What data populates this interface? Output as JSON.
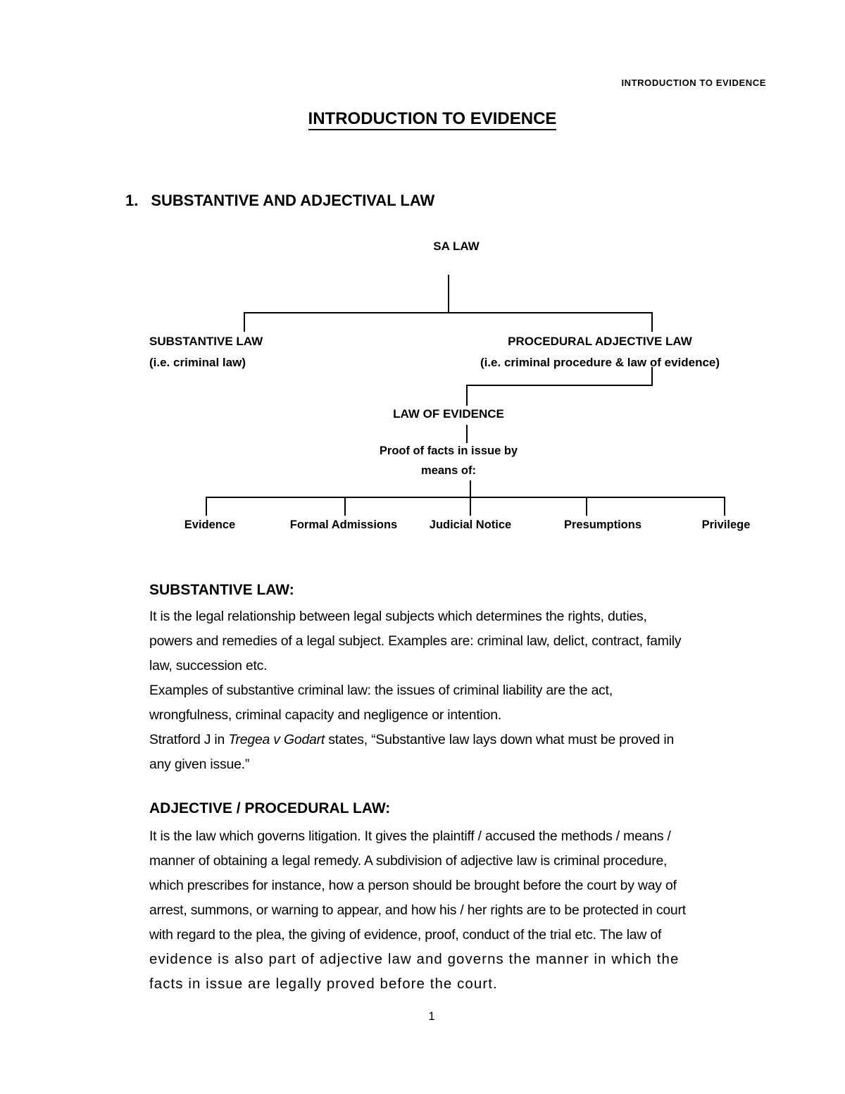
{
  "page": {
    "running_header": "INTRODUCTION TO EVIDENCE",
    "title": "INTRODUCTION TO EVIDENCE",
    "section_number": "1.",
    "section_heading": "SUBSTANTIVE AND ADJECTIVAL LAW",
    "page_number": "1"
  },
  "diagram": {
    "root": "SA LAW",
    "left_branch": {
      "title": "SUBSTANTIVE LAW",
      "subtitle": "(i.e. criminal law)"
    },
    "right_branch": {
      "title": "PROCEDURAL ADJECTIVE LAW",
      "subtitle": "(i.e. criminal procedure & law of evidence)"
    },
    "evidence_node": {
      "title": "LAW OF EVIDENCE",
      "caption_line1": "Proof of facts in issue by",
      "caption_line2": "means of:"
    },
    "leaves": [
      "Evidence",
      "Formal Admissions",
      "Judicial Notice",
      "Presumptions",
      "Privilege"
    ]
  },
  "substantive": {
    "heading": "SUBSTANTIVE LAW:",
    "lines": [
      "It is the legal relationship between legal subjects which determines the rights, duties,",
      "powers and remedies of a legal subject. Examples are: criminal law, delict, contract, family",
      "law, succession etc.",
      "Examples of substantive criminal law: the issues of criminal liability are the act,",
      "wrongfulness, criminal capacity and negligence or intention."
    ],
    "stratford_prefix": "Stratford J in ",
    "stratford_case": "Tregea v Godart",
    "stratford_suffix": " states, “Substantive law lays down what must be proved in",
    "stratford_last_line": "any given issue.”"
  },
  "adjective": {
    "heading": "ADJECTIVE / PROCEDURAL LAW:",
    "lines": [
      "It is the law which governs litigation. It gives the plaintiff / accused the methods / means /",
      "manner of obtaining a legal remedy. A subdivision of adjective law is criminal procedure,",
      "which prescribes for instance, how a person should be brought before the court by way of",
      "arrest, summons, or warning to appear, and how his / her rights are to be protected in court",
      "with regard to the plea, the giving of evidence, proof, conduct of the trial etc. The law of",
      "evidence is also part of adjective law and governs the manner in which the",
      "facts in issue are legally proved before the court."
    ]
  }
}
